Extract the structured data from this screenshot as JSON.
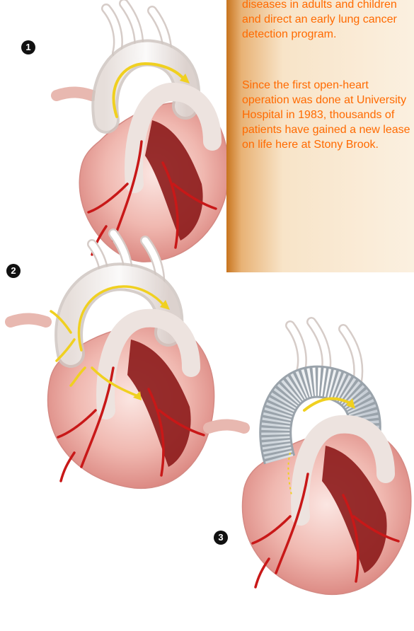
{
  "text_panel": {
    "paragraph_1_lines": [
      "diseases in adults and children",
      "and direct an early lung cancer",
      "detection program."
    ],
    "paragraph_2_lines": [
      "Since the first open-heart",
      "operation was done at University",
      "Hospital in 1983, thousands of",
      "patients have gained a new lease",
      "on life here at Stony Brook."
    ]
  },
  "steps": [
    {
      "label": "1"
    },
    {
      "label": "2"
    },
    {
      "label": "3"
    }
  ],
  "colors": {
    "heart_body": "#e8a6a0",
    "heart_dark": "#8c1a1a",
    "artery": "#c81818",
    "arrow": "#f0d020",
    "panel_text": "#ff6a00",
    "panel_edge": "#c8741e"
  }
}
